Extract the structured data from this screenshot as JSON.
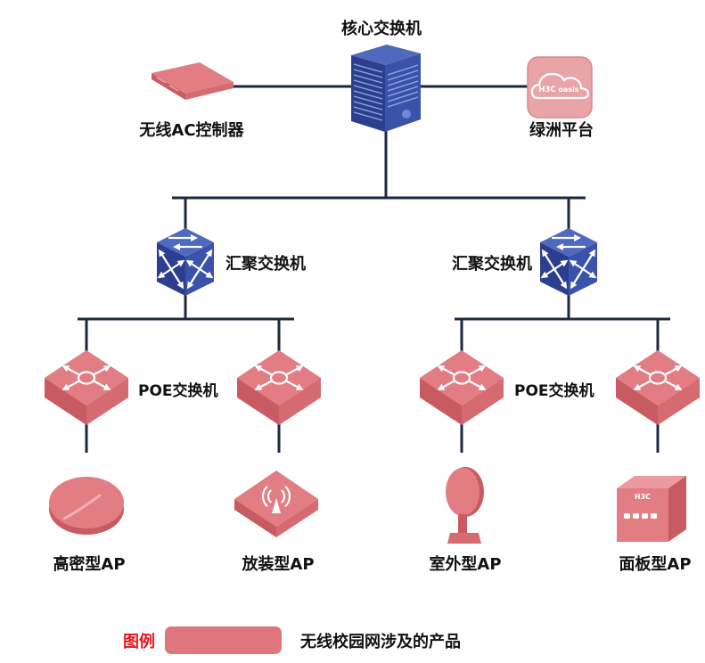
{
  "diagram": {
    "core_switch": {
      "label": "核心交换机",
      "icon": "core-switch-icon"
    },
    "ac_controller": {
      "label": "无线AC控制器",
      "icon": "ac-controller-icon"
    },
    "oasis_platform": {
      "label": "绿洲平台",
      "icon": "oasis-cloud-icon",
      "logo_text": [
        "H3C",
        "oasis"
      ]
    },
    "aggregation_switches": [
      {
        "label": "汇聚交换机",
        "icon": "aggregation-switch-icon"
      },
      {
        "label": "汇聚交换机",
        "icon": "aggregation-switch-icon"
      }
    ],
    "poe_switches": [
      {
        "label": "POE交换机",
        "icon": "poe-switch-icon"
      },
      {
        "label": "POE交换机",
        "icon": "poe-switch-icon"
      }
    ],
    "access_points": [
      {
        "label": "高密型AP",
        "icon": "high-density-ap-icon"
      },
      {
        "label": "放装型AP",
        "icon": "ceiling-ap-icon"
      },
      {
        "label": "室外型AP",
        "icon": "outdoor-ap-icon"
      },
      {
        "label": "面板型AP",
        "icon": "panel-ap-icon",
        "logo_text": "H3C"
      }
    ]
  },
  "legend": {
    "title": "图例",
    "description": "无线校园网涉及的产品"
  },
  "colors": {
    "pink-top": "#E27D83",
    "pink-left": "#C85A61",
    "pink-right": "#D56A70",
    "pink-light": "#EC9A9F",
    "navy-top": "#4E69BE",
    "navy-left": "#2C3E8E",
    "navy-right": "#3A53AA",
    "link": "#1D2840",
    "legend-red": "#E5141C",
    "legend-swatch": "#DD777D",
    "oasis-bg": "#E9A4A7"
  }
}
